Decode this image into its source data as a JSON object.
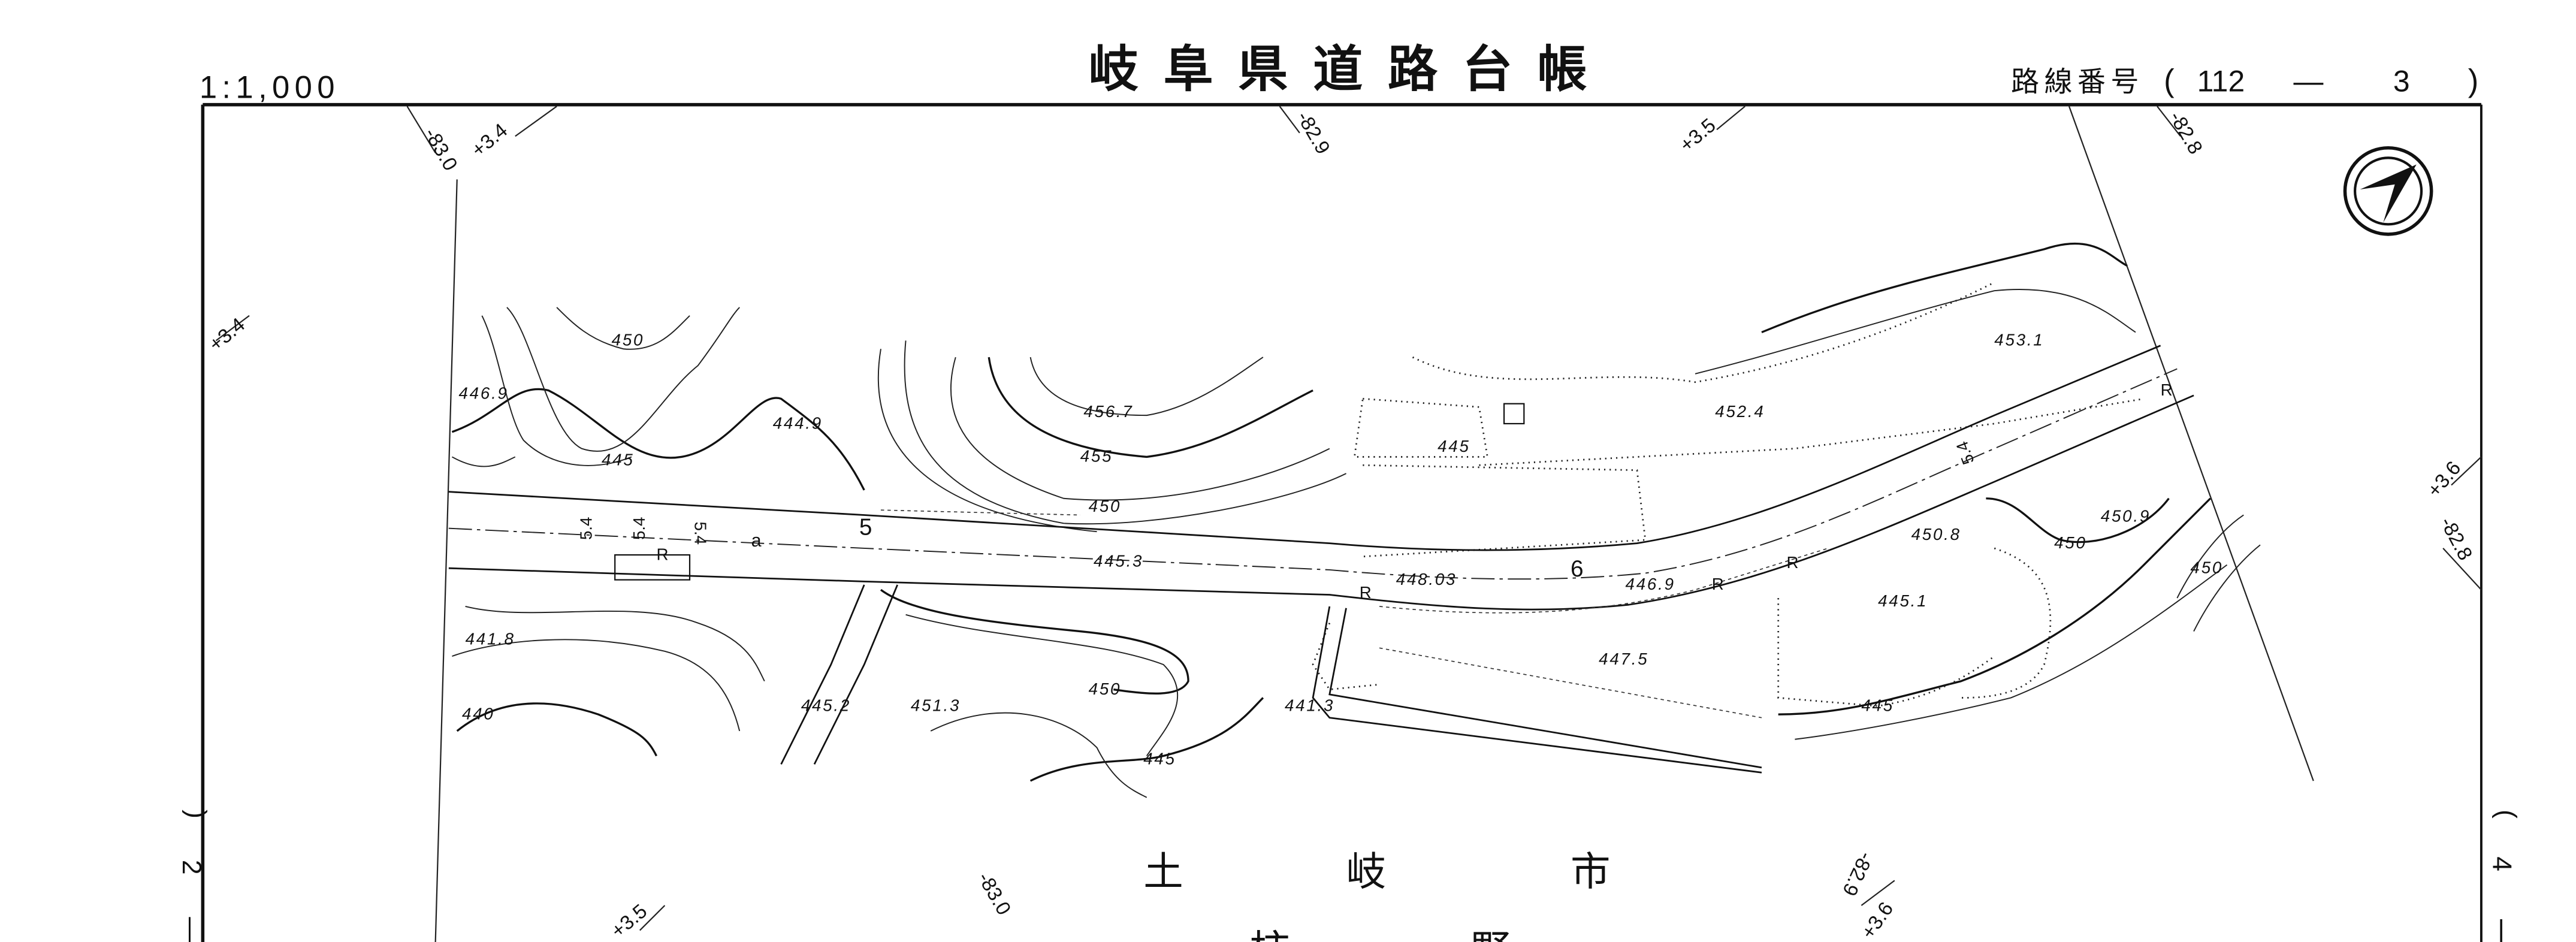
{
  "header": {
    "scale": "1:1,000",
    "title": "岐阜県道路台帳",
    "route_number_label": "路線番号",
    "route_number_open": "(",
    "route_number_main": "112",
    "route_number_dash": "—",
    "route_number_sheet": "3",
    "route_number_close": ")"
  },
  "margins": {
    "left_sheet_ref": "2",
    "left_paren": ")",
    "left_dash": "—",
    "right_sheet_ref": "4",
    "right_paren": "(",
    "right_dash": "|"
  },
  "station_labels": {
    "top_1": "-83.0",
    "top_2": "+3.4",
    "top_3": "-82.9",
    "top_4": "+3.5",
    "top_5": "-82.8",
    "left_1": "+3.4",
    "right_1": "+3.6",
    "right_2": "-82.8",
    "bottom_1": "+3.5",
    "bottom_2": "-83.0",
    "bottom_3": "-82.9",
    "bottom_4": "+3.6"
  },
  "map": {
    "elevations": [
      "450",
      "446.9",
      "444.9",
      "445",
      "456.7",
      "455",
      "450",
      "445.3",
      "448.03",
      "445",
      "452.4",
      "453.1",
      "446.9",
      "441.8",
      "445.2",
      "451.3",
      "450",
      "440",
      "445",
      "441.3",
      "447.5",
      "445.1",
      "450.8",
      "450",
      "450.9",
      "450",
      "445"
    ],
    "road_labels": {
      "width_1": "5.4",
      "width_2": "5.4",
      "width_3": "5.4",
      "width_4": "5.4",
      "marker_r1": "R",
      "marker_r2": "R",
      "marker_r3": "R",
      "marker_r4": "R",
      "marker_r5": "R",
      "marker_a": "a",
      "section_5": "5",
      "section_6": "6"
    }
  },
  "place_names": {
    "city": [
      "土",
      "岐",
      "市"
    ],
    "district": [
      "柿",
      "野"
    ]
  },
  "icons": {
    "compass": "north-arrow-icon"
  }
}
